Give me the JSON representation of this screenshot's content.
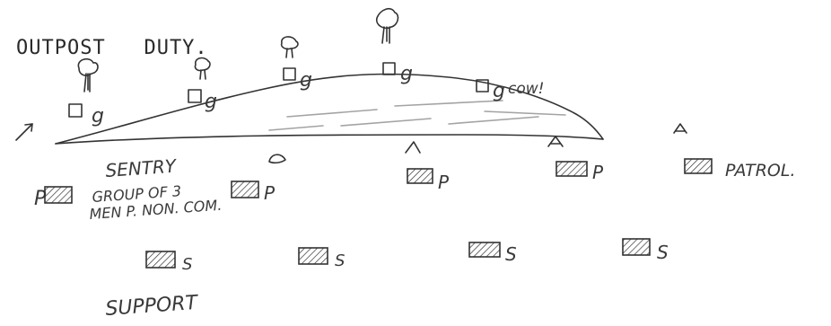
{
  "title": "OUTPOST   DUTY.",
  "labels": {
    "sentry": "SENTRY",
    "group_line1": "GROUP OF 3",
    "group_line2": "MEN P. NON. COM.",
    "patrol": "PATROL.",
    "support": "SUPPORT",
    "cow": "cow!",
    "g": "g",
    "p": "P",
    "s": "S"
  },
  "colors": {
    "ink": "#333333",
    "paper": "#ffffff"
  },
  "icons": [
    "arrow-icon",
    "tree-icon",
    "sentry-box-icon",
    "tent-marker-icon",
    "hatched-unit-icon"
  ]
}
